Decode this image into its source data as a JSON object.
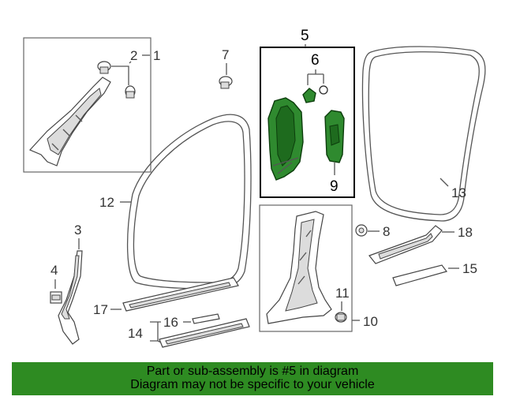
{
  "callouts": {
    "c1": "1",
    "c2": "2",
    "c3": "3",
    "c4": "4",
    "c5": "5",
    "c6": "6",
    "c7": "7",
    "c8": "8",
    "c9": "9",
    "c10": "10",
    "c11": "11",
    "c12": "12",
    "c13": "13",
    "c14": "14",
    "c15": "15",
    "c16": "16",
    "c17": "17",
    "c18": "18"
  },
  "banner": {
    "line1": "Part or sub-assembly is #5 in diagram",
    "line2": "Diagram may not be specific to your vehicle"
  },
  "colors": {
    "highlight": "#2f8a2f",
    "banner_bg": "#2e8b22"
  }
}
